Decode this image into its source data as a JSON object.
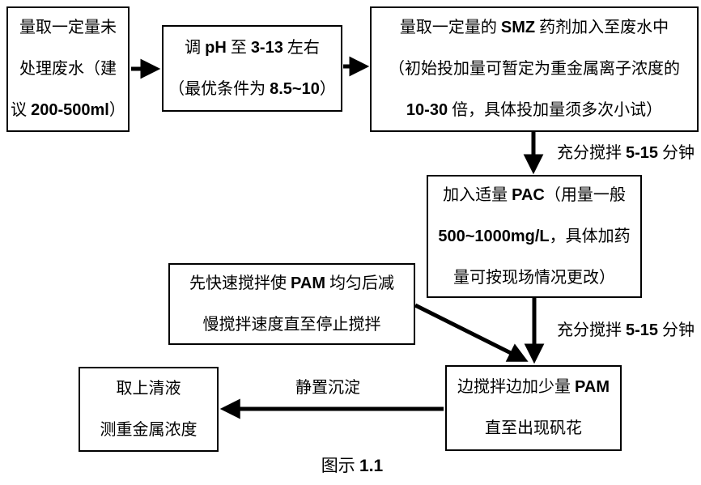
{
  "diagram": {
    "type": "flowchart",
    "caption": "图示 1.1",
    "colors": {
      "line": "#000000",
      "text": "#000000",
      "background": "#ffffff"
    },
    "nodes": [
      {
        "id": "measure-wastewater",
        "lines": [
          "量取一定量未",
          "处理废水（建",
          "议 200-500ml）"
        ]
      },
      {
        "id": "adjust-ph",
        "lines": [
          "调 pH 至 3-13 左右",
          "（最优条件为 8.5~10）"
        ]
      },
      {
        "id": "add-smz",
        "lines": [
          "量取一定量的 SMZ 药剂加入至废水中",
          "（初始投加量可暂定为重金属离子浓度的",
          "10-30 倍，具体投加量须多次小试）"
        ]
      },
      {
        "id": "add-pac",
        "lines": [
          "加入适量 PAC（用量一般",
          "500~1000mg/L，具体加药",
          "量可按现场情况更改）"
        ]
      },
      {
        "id": "stir-pam",
        "lines": [
          "先快速搅拌使 PAM 均匀后减",
          "慢搅拌速度直至停止搅拌"
        ]
      },
      {
        "id": "add-pam",
        "lines": [
          "边搅拌边加少量 PAM",
          "直至出现矾花"
        ]
      },
      {
        "id": "sample-supernatant",
        "lines": [
          "取上清液",
          "测重金属浓度"
        ]
      }
    ],
    "edges": [
      {
        "from": "measure-wastewater",
        "to": "adjust-ph",
        "label": ""
      },
      {
        "from": "adjust-ph",
        "to": "add-smz",
        "label": ""
      },
      {
        "from": "add-smz",
        "to": "add-pac",
        "label": "充分搅拌 5-15 分钟"
      },
      {
        "from": "add-pac",
        "to": "add-pam",
        "label": "充分搅拌 5-15 分钟"
      },
      {
        "from": "stir-pam",
        "to": "add-pam",
        "label": ""
      },
      {
        "from": "add-pam",
        "to": "sample-supernatant",
        "label": "静置沉淀"
      }
    ]
  }
}
